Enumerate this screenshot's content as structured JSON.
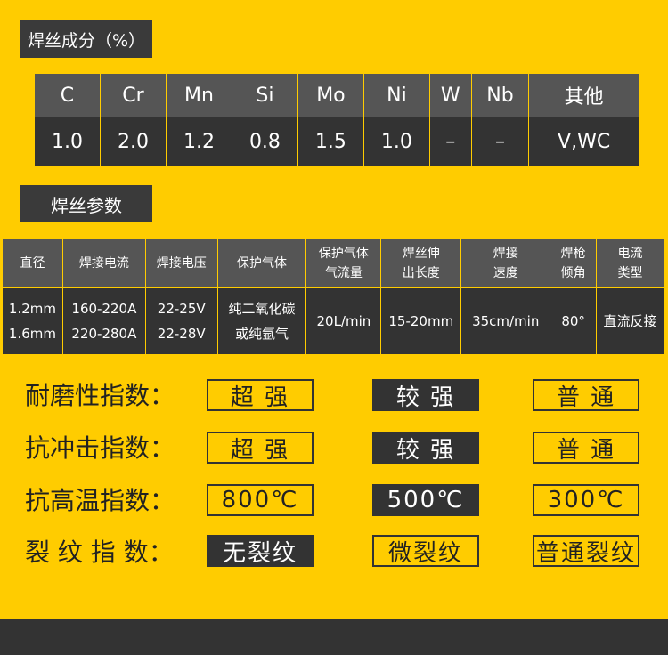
{
  "composition": {
    "title": "焊丝成分（%）",
    "headers": [
      "C",
      "Cr",
      "Mn",
      "Si",
      "Mo",
      "Ni",
      "W",
      "Nb",
      "其他"
    ],
    "values": [
      "1.0",
      "2.0",
      "1.2",
      "0.8",
      "1.5",
      "1.0",
      "–",
      "–",
      "V,WC"
    ]
  },
  "parameters": {
    "title": "焊丝参数",
    "headers": [
      "直径",
      "焊接电流",
      "焊接电压",
      "保护气体",
      "保护气体\n气流量",
      "焊丝伸\n出长度",
      "焊接\n速度",
      "焊枪\n倾角",
      "电流\n类型"
    ],
    "values": [
      "1.2mm\n1.6mm",
      "160-220A\n220-280A",
      "22-25V\n22-28V",
      "纯二氧化碳\n或纯氩气",
      "20L/min",
      "15-20mm",
      "35cm/min",
      "80°",
      "直流反接"
    ]
  },
  "ratings": [
    {
      "label": "耐磨性指数：",
      "options": [
        "超 强",
        "较 强",
        "普 通"
      ],
      "selected": 1
    },
    {
      "label": "抗冲击指数：",
      "options": [
        "超 强",
        "较 强",
        "普 通"
      ],
      "selected": 1
    },
    {
      "label": "抗高温指数：",
      "options": [
        "800℃",
        "500℃",
        "300℃"
      ],
      "selected": 1
    },
    {
      "label": "裂 纹 指 数：",
      "options": [
        "无裂纹",
        "微裂纹",
        "普通裂纹"
      ],
      "selected": 0
    }
  ]
}
